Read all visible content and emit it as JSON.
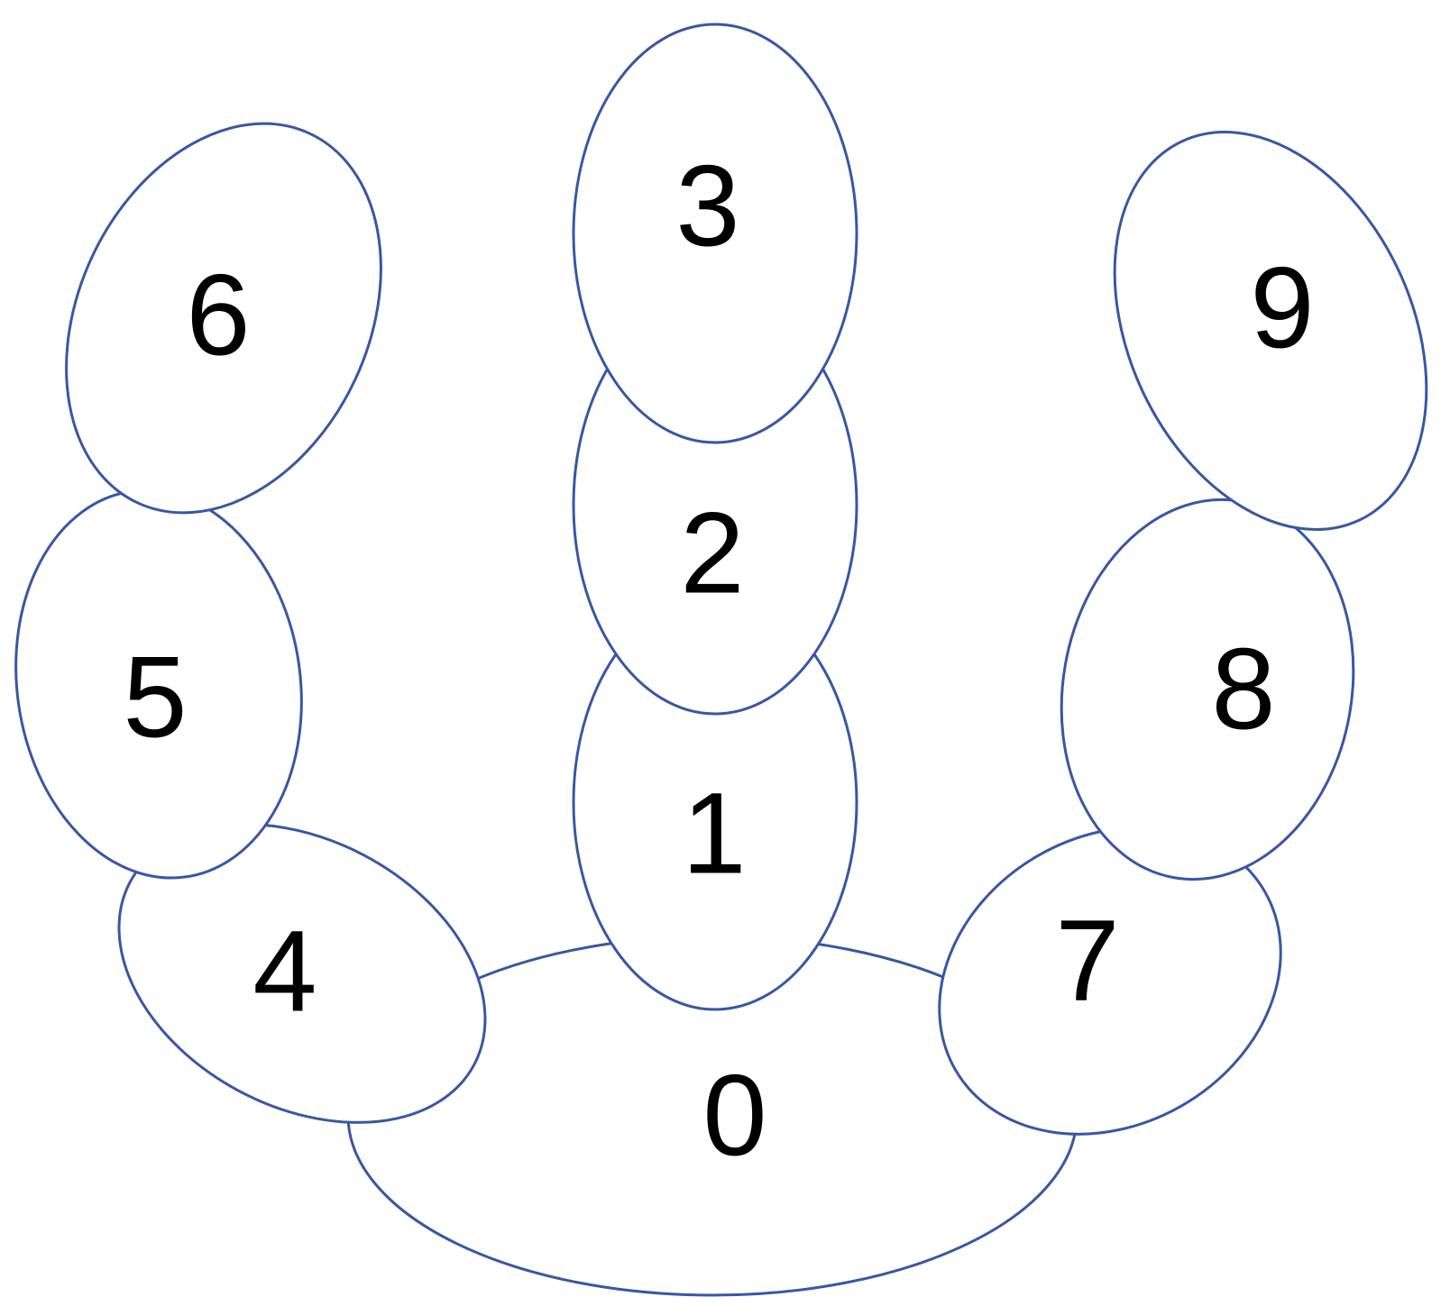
{
  "colors": {
    "outline": "#3a56a3",
    "label": "#000000",
    "background": "#ffffff"
  },
  "nodes": [
    {
      "id": "n0",
      "label": "0"
    },
    {
      "id": "n4",
      "label": "4"
    },
    {
      "id": "n5",
      "label": "5"
    },
    {
      "id": "n6",
      "label": "6"
    },
    {
      "id": "n7",
      "label": "7"
    },
    {
      "id": "n8",
      "label": "8"
    },
    {
      "id": "n9",
      "label": "9"
    },
    {
      "id": "n1",
      "label": "1"
    },
    {
      "id": "n2",
      "label": "2"
    },
    {
      "id": "n3",
      "label": "3"
    }
  ]
}
